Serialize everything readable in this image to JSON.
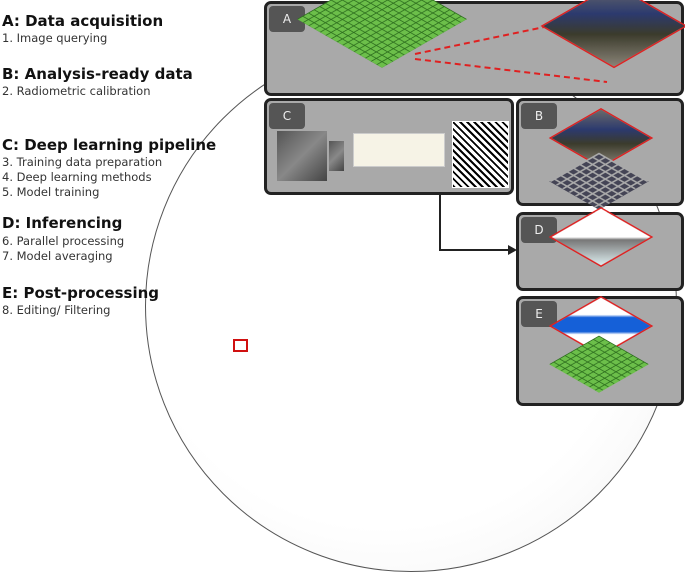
{
  "steps": [
    {
      "title": "A: Data acquisition",
      "items": [
        "1. Image querying"
      ]
    },
    {
      "title": "B: Analysis-ready data",
      "items": [
        "2. Radiometric calibration"
      ]
    },
    {
      "title": "C: Deep learning pipeline",
      "items": [
        "3. Training data preparation",
        "4. Deep learning methods",
        "5. Model training"
      ]
    },
    {
      "title": "D: Inferencing",
      "items": [
        "6. Parallel processing",
        "7. Model averaging"
      ]
    },
    {
      "title": "E: Post-processing",
      "items": [
        "8. Editing/ Filtering"
      ]
    }
  ],
  "panels": {
    "a": "A",
    "b": "B",
    "c": "C",
    "d": "D",
    "e": "E"
  },
  "colors": {
    "panel_bg": "#a9a9a9",
    "grid_green": "#6cbf4a",
    "highlight_red": "#e02020"
  }
}
